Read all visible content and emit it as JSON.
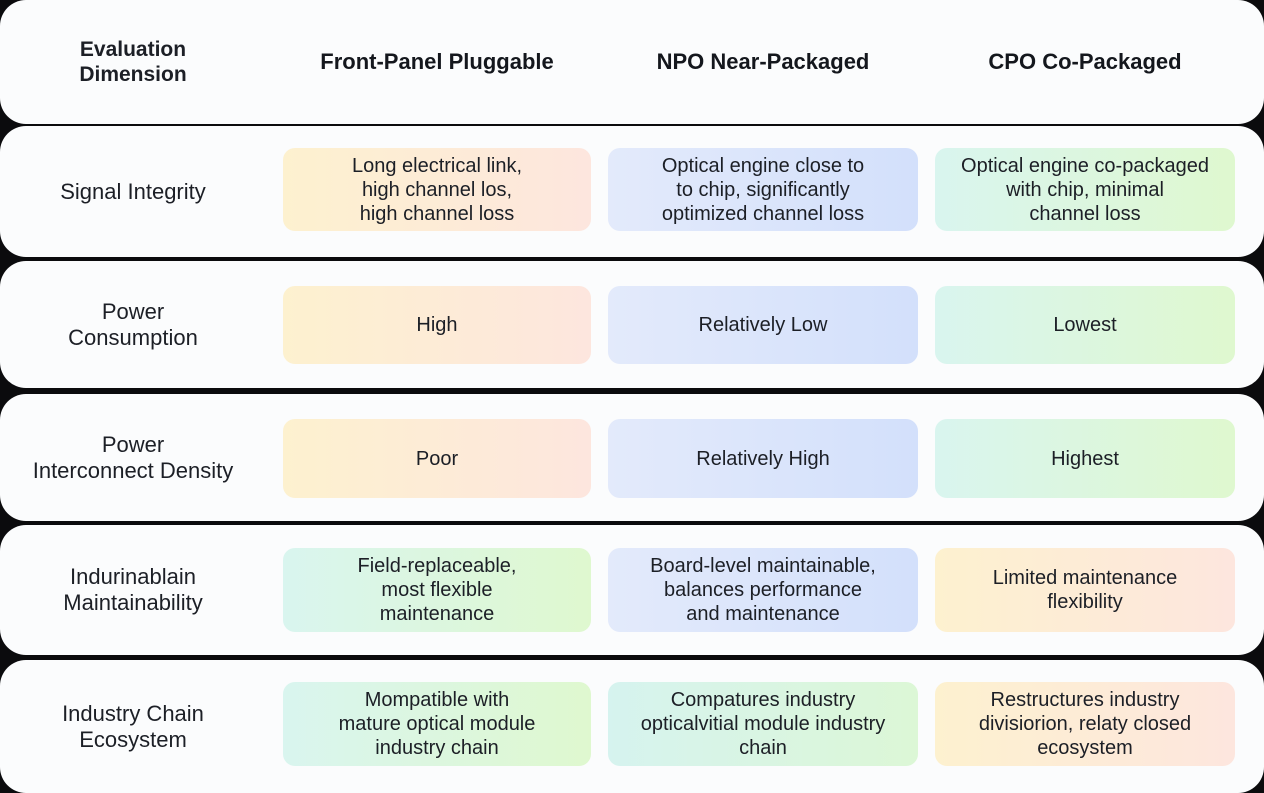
{
  "header": {
    "dimension": "Evaluation\nDimension",
    "col1": "Front-Panel Pluggable",
    "col2": "NPO Near-Packaged",
    "col3": "CPO Co-Packaged"
  },
  "rows": [
    {
      "dimension": "Signal Integrity",
      "col1": "Long electrical link,\nhigh channel los,\nhigh channel loss",
      "col2": "Optical engine close to\nto chip, significantly\noptimized channel loss",
      "col3": "Optical engine co-packaged\nwith chip, minimal\nchannel loss"
    },
    {
      "dimension": "Power\nConsumption",
      "col1": "High",
      "col2": "Relatively Low",
      "col3": "Lowest"
    },
    {
      "dimension": "Power\nInterconnect Density",
      "col1": "Poor",
      "col2": "Relatively High",
      "col3": "Highest"
    },
    {
      "dimension": "Indurinablain\nMaintainability",
      "col1": "Field-replaceable,\nmost flexible\nmaintenance",
      "col2": "Board-level maintainable,\nbalances performance\nand maintenance",
      "col3": "Limited maintenance\nflexibility"
    },
    {
      "dimension": "Industry Chain\nEcosystem",
      "col1": "Mompatible with\nmature optical module\nindustry chain",
      "col2": "Compatures industry\nopticalvitial module industry\nchain",
      "col3": "Restructures industry\ndivisiorion, relaty closed\necosystem"
    }
  ]
}
